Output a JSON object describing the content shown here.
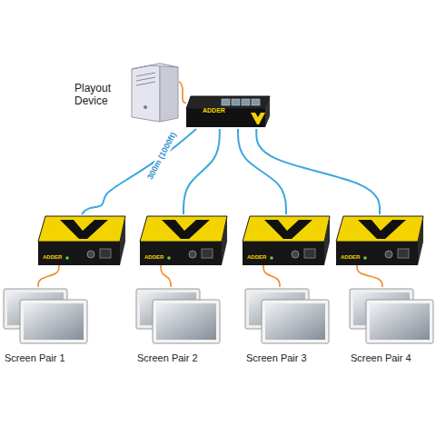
{
  "diagram": {
    "nodes": [
      {
        "text": [
          "Playout Device"
        ]
      },
      {
        "text": [
          "ADDER"
        ]
      },
      {
        "text": [
          "ADDER"
        ]
      },
      {
        "text": [
          "ADDER"
        ]
      },
      {
        "text": [
          "ADDER"
        ]
      },
      {
        "text": [
          "ADDER"
        ]
      },
      {
        "text": [
          "Screen Pair 1"
        ]
      },
      {
        "text": [
          "Screen Pair 2"
        ]
      },
      {
        "text": [
          "Screen Pair 3"
        ]
      },
      {
        "text": [
          "Screen Pair 4"
        ]
      }
    ],
    "edges": [
      {
        "from": 0,
        "to": 1,
        "arrow": "none"
      },
      {
        "from": 1,
        "to": 2,
        "label": "300m (1000ft)",
        "arrow": "none"
      },
      {
        "from": 1,
        "to": 3,
        "arrow": "none"
      },
      {
        "from": 1,
        "to": 4,
        "arrow": "none"
      },
      {
        "from": 1,
        "to": 5,
        "arrow": "none"
      },
      {
        "from": 2,
        "to": 6,
        "arrow": "none"
      },
      {
        "from": 3,
        "to": 7,
        "arrow": "none"
      },
      {
        "from": 4,
        "to": 8,
        "arrow": "none"
      },
      {
        "from": 5,
        "to": 9,
        "arrow": "none"
      }
    ]
  }
}
